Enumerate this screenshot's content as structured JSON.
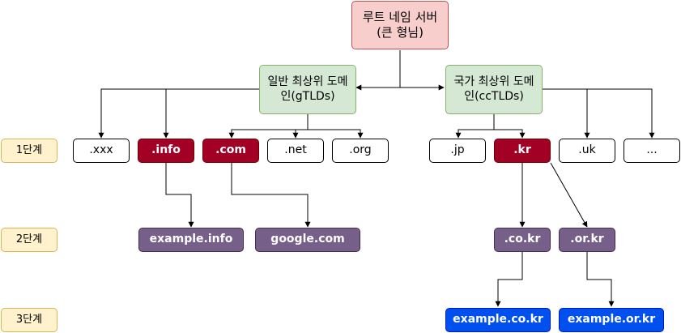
{
  "root": "루트 네임 서버\n(큰 형님)",
  "generic": "일반 최상위 도메인(gTLDs)",
  "country": "국가 최상위 도메인(ccTLDs)",
  "levels": [
    "1단계",
    "2단계",
    "3단계"
  ],
  "tld_generic": [
    ".xxx",
    ".info",
    ".com",
    ".net",
    ".org"
  ],
  "tld_country": [
    ".jp",
    ".kr",
    ".uk",
    "..."
  ],
  "second_level": [
    "example.info",
    "google.com",
    ".co.kr",
    ".or.kr"
  ],
  "third_level": [
    "example.co.kr",
    "example.or.kr"
  ],
  "colors": {
    "root": "#f8cecc",
    "category": "#d5e8d4",
    "highlight": "#a20025",
    "second": "#76608a",
    "third": "#0050ef",
    "level": "#fff2cc"
  }
}
